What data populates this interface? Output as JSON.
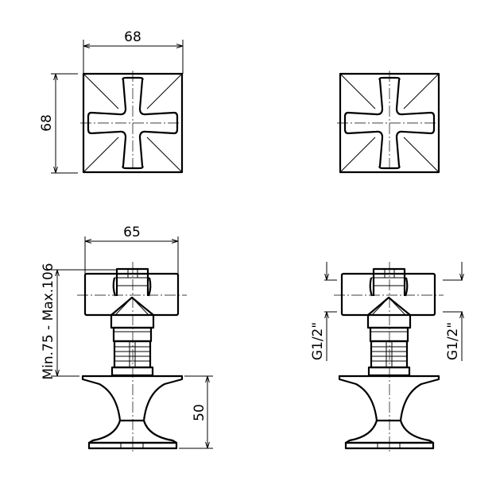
{
  "drawing": {
    "top_view_width": "68",
    "top_view_height": "68",
    "side_view_width": "65",
    "adjustable_length": "Min.75 - Max.106",
    "flange_height": "50",
    "thread_left": "G1/2\"",
    "thread_right": "G1/2\""
  },
  "colors": {
    "line": "#000000",
    "background": "#ffffff"
  }
}
